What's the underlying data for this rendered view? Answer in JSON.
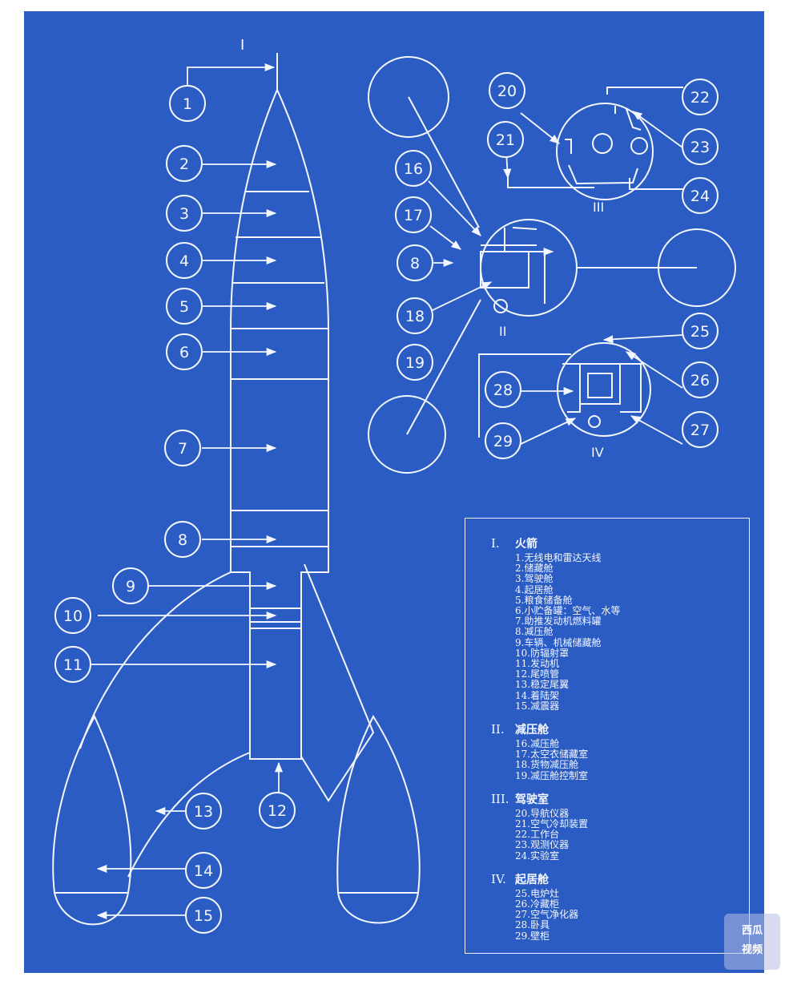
{
  "diagram": {
    "rocket_label": "I",
    "detail_labels": {
      "II": "II",
      "III": "III",
      "IV": "IV"
    },
    "callouts": [
      "1",
      "2",
      "3",
      "4",
      "5",
      "6",
      "7",
      "8",
      "9",
      "10",
      "11",
      "12",
      "13",
      "14",
      "15",
      "16",
      "17",
      "8",
      "18",
      "19",
      "20",
      "21",
      "22",
      "23",
      "24",
      "25",
      "26",
      "27",
      "28",
      "29"
    ]
  },
  "legend": {
    "sections": [
      {
        "numeral": "I.",
        "title": "火箭",
        "items": [
          "1.无线电和雷达天线",
          "2.储藏舱",
          "3.驾驶舱",
          "4.起居舱",
          "5.粮食储备舱",
          "6.小贮备罐：空气、水等",
          "7.助推发动机燃料罐",
          "8.减压舱",
          "9.车辆、机械储藏舱",
          "10.防辐射罩",
          "11.发动机",
          "12.尾喷管",
          "13.稳定尾翼",
          "14.着陆架",
          "15.减震器"
        ]
      },
      {
        "numeral": "II.",
        "title": "减压舱",
        "items": [
          "16.减压舱",
          "17.太空衣储藏室",
          "18.货物减压舱",
          "19.减压舱控制室"
        ]
      },
      {
        "numeral": "III.",
        "title": "驾驶室",
        "items": [
          "20.导航仪器",
          "21.空气冷却装置",
          "22.工作台",
          "23.观测仪器",
          "24.实验室"
        ]
      },
      {
        "numeral": "IV.",
        "title": "起居舱",
        "items": [
          "25.电炉灶",
          "26.冷藏柜",
          "27.空气净化器",
          "28.卧具",
          "29.壁柜"
        ]
      }
    ]
  },
  "watermark": {
    "line1": "西瓜",
    "line2": "视频"
  },
  "colors": {
    "blueprint": "#2a5cc3",
    "line": "#f4f7ff"
  }
}
